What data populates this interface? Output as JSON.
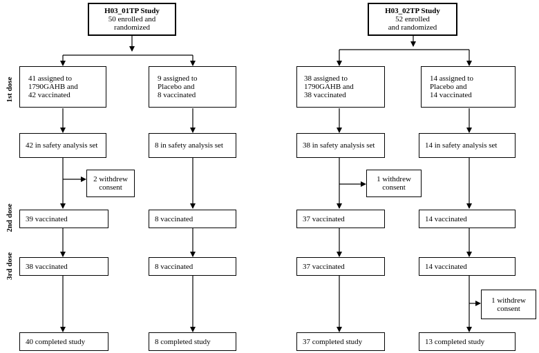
{
  "dose_labels": [
    "1st  dose",
    "2nd  dose",
    "3rd  dose"
  ],
  "study1": {
    "title": "H03_01TP Study",
    "subtitle": "50 enrolled and\nrandomized",
    "arm_a": {
      "assigned": "41 assigned to\n1790GAHB  and\n42 vaccinated",
      "safety": "42 in safety analysis set",
      "withdrew": "2 withdrew\nconsent",
      "dose2": "39 vaccinated",
      "dose3": "38 vaccinated",
      "completed": "40 completed study"
    },
    "arm_b": {
      "assigned": "9 assigned to\nPlacebo and\n8 vaccinated",
      "safety": "8 in safety analysis set",
      "dose2": "8 vaccinated",
      "dose3": "8 vaccinated",
      "completed": "8 completed study"
    }
  },
  "study2": {
    "title": "H03_02TP Study",
    "subtitle": "52 enrolled\nand randomized",
    "arm_a": {
      "assigned": "38 assigned to\n1790GAHB and\n38 vaccinated",
      "safety": "38 in safety analysis set",
      "withdrew": "1 withdrew\nconsent",
      "dose2": "37 vaccinated",
      "dose3": "37 vaccinated",
      "completed": "37 completed study"
    },
    "arm_b": {
      "assigned": "14 assigned to\nPlacebo and\n14 vaccinated",
      "safety": "14 in safety analysis set",
      "dose2": "14 vaccinated",
      "dose3": "14 vaccinated",
      "withdrew": "1 withdrew\nconsent",
      "completed": "13 completed study"
    }
  }
}
